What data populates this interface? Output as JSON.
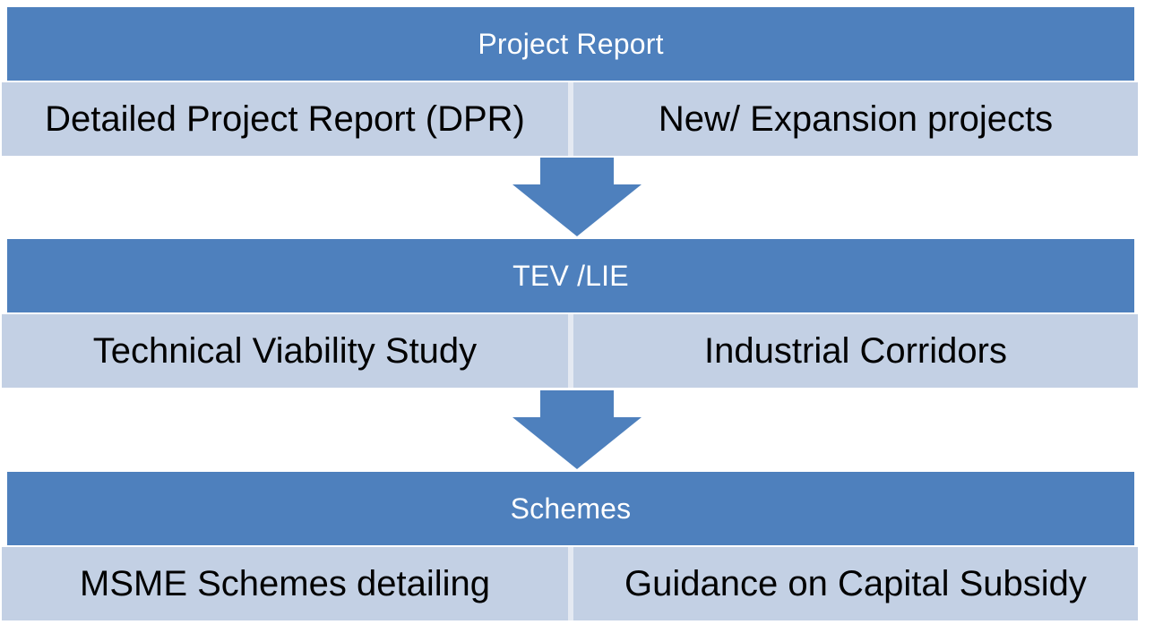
{
  "diagram": {
    "title": "Project Report / TEV-LIE / Schemes flow",
    "colors": {
      "header_blue": "#4E80BD",
      "cell_light_blue": "#C3D0E4",
      "divider": "#E4E9F2",
      "header_text": "#FFFFFF",
      "cell_text": "#000000",
      "arrow_blue": "#4E80BD",
      "background": "#FFFFFF"
    },
    "blocks": [
      {
        "header": "Project Report",
        "left_cell": "Detailed Project Report (DPR)",
        "right_cell": "New/ Expansion projects"
      },
      {
        "header": "TEV /LIE",
        "left_cell": "Technical Viability Study",
        "right_cell": "Industrial Corridors"
      },
      {
        "header": "Schemes",
        "left_cell": "MSME Schemes detailing",
        "right_cell": "Guidance on Capital Subsidy"
      }
    ],
    "connectors": [
      {
        "icon": "arrow-down-icon",
        "from": "Project Report",
        "to": "TEV /LIE"
      },
      {
        "icon": "arrow-down-icon",
        "from": "TEV /LIE",
        "to": "Schemes"
      }
    ]
  }
}
